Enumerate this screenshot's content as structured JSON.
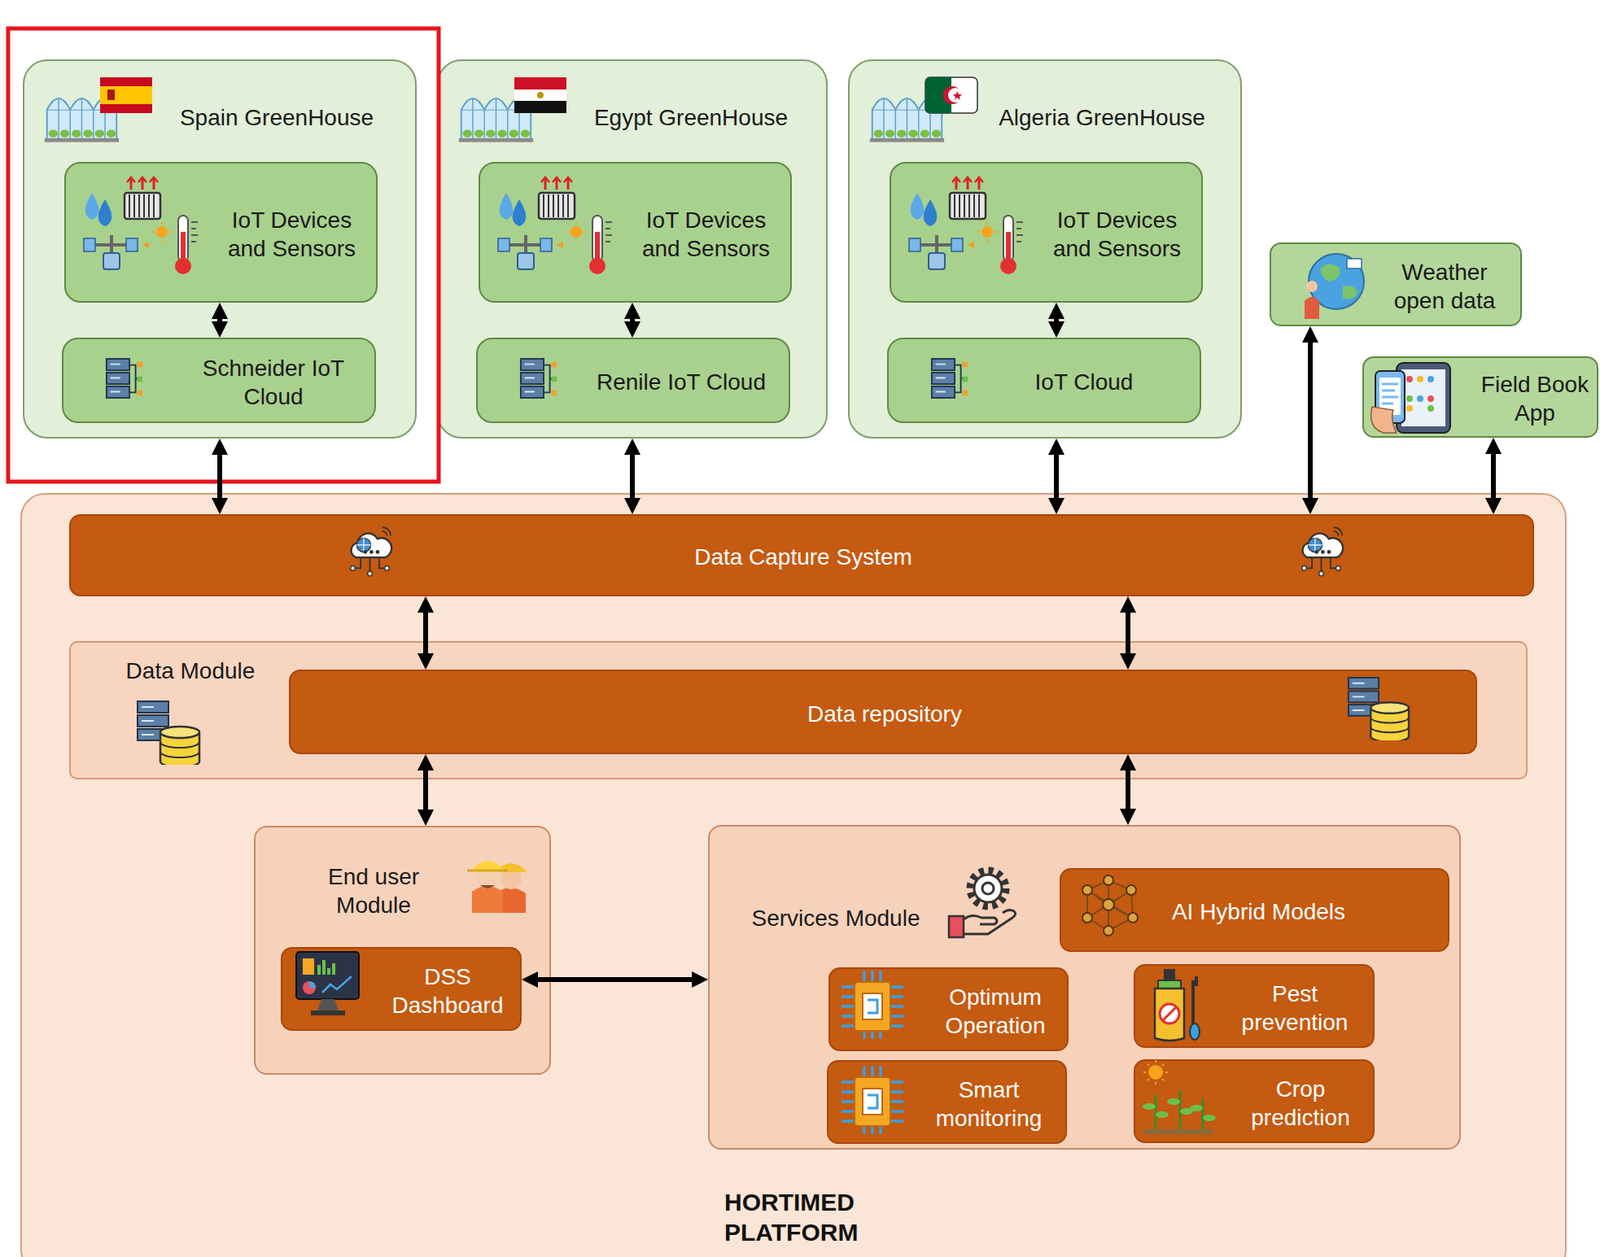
{
  "diagram": {
    "nodes": [
      {
        "text": [
          "Spain GreenHouse"
        ]
      },
      {
        "text": [
          "IoT Devices and Sensors"
        ],
        "in": 0
      },
      {
        "text": [
          "Schneider IoT Cloud"
        ],
        "in": 0
      },
      {
        "text": [
          "Egypt GreenHouse"
        ]
      },
      {
        "text": [
          "IoT Devices and Sensors"
        ],
        "in": 3
      },
      {
        "text": [
          "Renile IoT Cloud"
        ],
        "in": 3
      },
      {
        "text": [
          "Algeria GreenHouse"
        ]
      },
      {
        "text": [
          "IoT Devices and Sensors"
        ],
        "in": 6
      },
      {
        "text": [
          "IoT Cloud"
        ],
        "in": 6
      },
      {
        "text": [
          "Weather open data"
        ]
      },
      {
        "text": [
          "Field Book App"
        ]
      },
      {
        "text": [
          "HORTIMED PLATFORM"
        ]
      },
      {
        "text": [
          "Data Capture System"
        ],
        "in": 11
      },
      {
        "text": [
          "Data Module"
        ],
        "in": 11
      },
      {
        "text": [
          "Data repository"
        ],
        "in": 13
      },
      {
        "text": [
          "End user Module"
        ],
        "in": 11
      },
      {
        "text": [
          "DSS Dashboard"
        ],
        "in": 15
      },
      {
        "text": [
          "Services Module"
        ],
        "in": 11
      },
      {
        "text": [
          "AI Hybrid Models"
        ],
        "in": 17
      },
      {
        "text": [
          "Optimum Operation"
        ],
        "in": 17
      },
      {
        "text": [
          "Pest prevention"
        ],
        "in": 17
      },
      {
        "text": [
          "Smart monitoring"
        ],
        "in": 17
      },
      {
        "text": [
          "Crop prediction"
        ],
        "in": 17
      }
    ],
    "edges": [
      {
        "from": 1,
        "to": 2,
        "arrow": "both"
      },
      {
        "from": 4,
        "to": 5,
        "arrow": "both"
      },
      {
        "from": 7,
        "to": 8,
        "arrow": "both"
      },
      {
        "from": 0,
        "to": 12,
        "arrow": "both"
      },
      {
        "from": 3,
        "to": 12,
        "arrow": "both"
      },
      {
        "from": 6,
        "to": 12,
        "arrow": "both"
      },
      {
        "from": 9,
        "to": 12,
        "arrow": "both"
      },
      {
        "from": 10,
        "to": 12,
        "arrow": "both"
      },
      {
        "from": 12,
        "to": 14,
        "arrow": "both"
      },
      {
        "from": 12,
        "to": 14,
        "arrow": "both"
      },
      {
        "from": 14,
        "to": 15,
        "arrow": "both"
      },
      {
        "from": 14,
        "to": 17,
        "arrow": "both"
      },
      {
        "from": 16,
        "to": 17,
        "arrow": "both"
      }
    ]
  }
}
